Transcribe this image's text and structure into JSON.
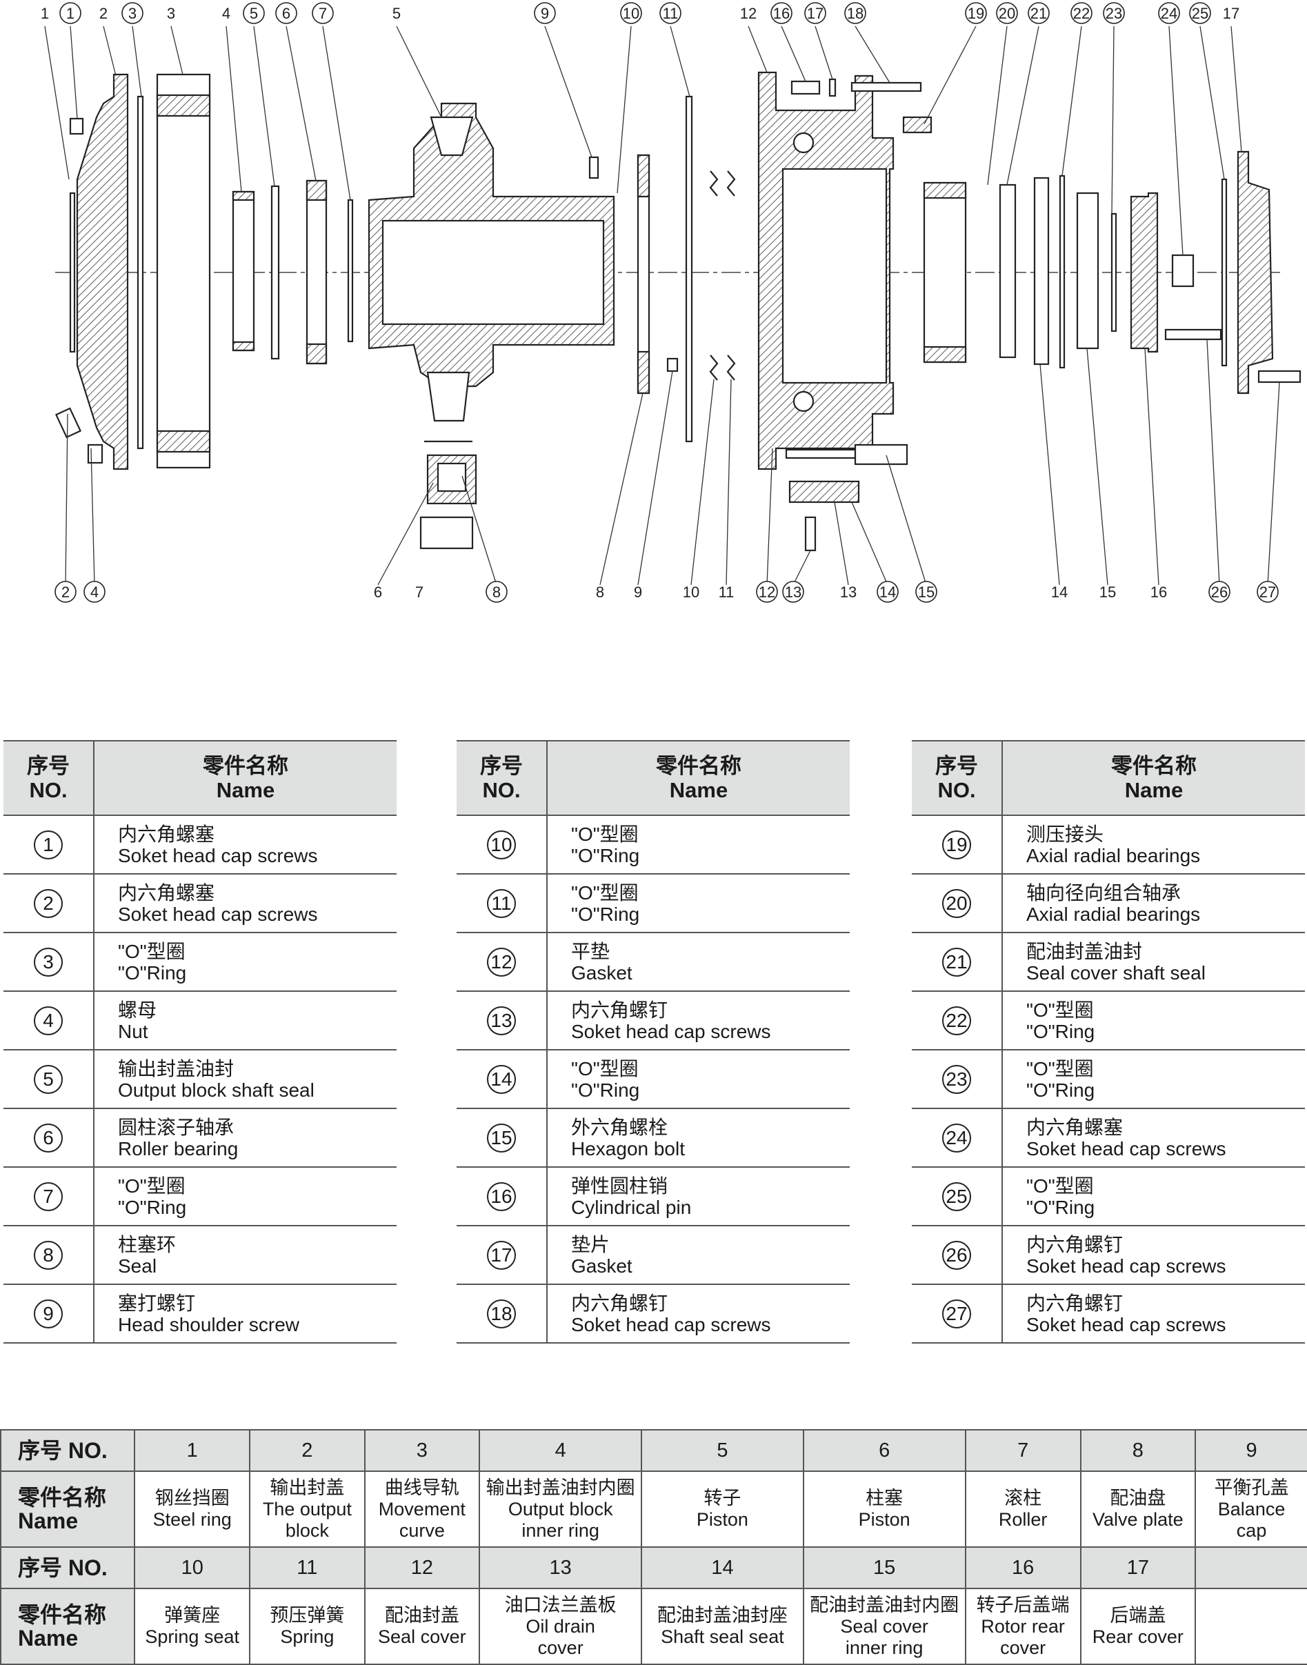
{
  "diagram": {
    "callouts_top": [
      {
        "label": "1",
        "circled": false
      },
      {
        "label": "1",
        "circled": true
      },
      {
        "label": "2",
        "circled": false
      },
      {
        "label": "3",
        "circled": true
      },
      {
        "label": "3",
        "circled": false
      },
      {
        "label": "4",
        "circled": false
      },
      {
        "label": "5",
        "circled": true
      },
      {
        "label": "6",
        "circled": true
      },
      {
        "label": "7",
        "circled": true
      },
      {
        "label": "5",
        "circled": false
      },
      {
        "label": "9",
        "circled": true
      },
      {
        "label": "10",
        "circled": true
      },
      {
        "label": "11",
        "circled": true
      },
      {
        "label": "12",
        "circled": false
      },
      {
        "label": "16",
        "circled": true
      },
      {
        "label": "17",
        "circled": true
      },
      {
        "label": "18",
        "circled": true
      },
      {
        "label": "19",
        "circled": true
      },
      {
        "label": "20",
        "circled": true
      },
      {
        "label": "21",
        "circled": true
      },
      {
        "label": "22",
        "circled": true
      },
      {
        "label": "23",
        "circled": true
      },
      {
        "label": "24",
        "circled": true
      },
      {
        "label": "25",
        "circled": true
      },
      {
        "label": "17",
        "circled": false
      }
    ],
    "callouts_bottom": [
      {
        "label": "2",
        "circled": true
      },
      {
        "label": "4",
        "circled": true
      },
      {
        "label": "6",
        "circled": false
      },
      {
        "label": "7",
        "circled": false
      },
      {
        "label": "8",
        "circled": true
      },
      {
        "label": "8",
        "circled": false
      },
      {
        "label": "9",
        "circled": false
      },
      {
        "label": "10",
        "circled": false
      },
      {
        "label": "11",
        "circled": false
      },
      {
        "label": "12",
        "circled": true
      },
      {
        "label": "13",
        "circled": true
      },
      {
        "label": "13",
        "circled": false
      },
      {
        "label": "14",
        "circled": true
      },
      {
        "label": "15",
        "circled": true
      },
      {
        "label": "14",
        "circled": false
      },
      {
        "label": "15",
        "circled": false
      },
      {
        "label": "16",
        "circled": false
      },
      {
        "label": "26",
        "circled": true
      },
      {
        "label": "27",
        "circled": true
      }
    ]
  },
  "parts_header": {
    "no_cn": "序号",
    "no_en": "NO.",
    "name_cn": "零件名称",
    "name_en": "Name"
  },
  "parts_tables": [
    {
      "rows": [
        {
          "no": "1",
          "cn": "内六角螺塞",
          "en": "Soket head cap screws"
        },
        {
          "no": "2",
          "cn": "内六角螺塞",
          "en": "Soket head cap screws"
        },
        {
          "no": "3",
          "cn": "\"O\"型圈",
          "en": "\"O\"Ring"
        },
        {
          "no": "4",
          "cn": "螺母",
          "en": "Nut"
        },
        {
          "no": "5",
          "cn": "输出封盖油封",
          "en": "Output block shaft seal"
        },
        {
          "no": "6",
          "cn": "圆柱滚子轴承",
          "en": "Roller bearing"
        },
        {
          "no": "7",
          "cn": "\"O\"型圈",
          "en": "\"O\"Ring"
        },
        {
          "no": "8",
          "cn": "柱塞环",
          "en": "Seal"
        },
        {
          "no": "9",
          "cn": "塞打螺钉",
          "en": "Head shoulder screw"
        }
      ]
    },
    {
      "rows": [
        {
          "no": "10",
          "cn": "\"O\"型圈",
          "en": "\"O\"Ring"
        },
        {
          "no": "11",
          "cn": "\"O\"型圈",
          "en": "\"O\"Ring"
        },
        {
          "no": "12",
          "cn": "平垫",
          "en": "Gasket"
        },
        {
          "no": "13",
          "cn": "内六角螺钉",
          "en": "Soket head cap screws"
        },
        {
          "no": "14",
          "cn": "\"O\"型圈",
          "en": "\"O\"Ring"
        },
        {
          "no": "15",
          "cn": "外六角螺栓",
          "en": "Hexagon bolt"
        },
        {
          "no": "16",
          "cn": "弹性圆柱销",
          "en": "Cylindrical pin"
        },
        {
          "no": "17",
          "cn": "垫片",
          "en": "Gasket"
        },
        {
          "no": "18",
          "cn": "内六角螺钉",
          "en": "Soket head cap screws"
        }
      ]
    },
    {
      "rows": [
        {
          "no": "19",
          "cn": "测压接头",
          "en": "Axial radial bearings"
        },
        {
          "no": "20",
          "cn": "轴向径向组合轴承",
          "en": "Axial radial bearings"
        },
        {
          "no": "21",
          "cn": "配油封盖油封",
          "en": "Seal cover shaft seal"
        },
        {
          "no": "22",
          "cn": "\"O\"型圈",
          "en": "\"O\"Ring"
        },
        {
          "no": "23",
          "cn": "\"O\"型圈",
          "en": "\"O\"Ring"
        },
        {
          "no": "24",
          "cn": "内六角螺塞",
          "en": "Soket head cap screws"
        },
        {
          "no": "25",
          "cn": "\"O\"型圈",
          "en": "\"O\"Ring"
        },
        {
          "no": "26",
          "cn": "内六角螺钉",
          "en": "Soket head cap screws"
        },
        {
          "no": "27",
          "cn": "内六角螺钉",
          "en": "Soket head cap screws"
        }
      ]
    }
  ],
  "bottom_table": {
    "no_label": "序号 NO.",
    "name_label_cn": "零件名称",
    "name_label_en": "Name",
    "row1": [
      {
        "no": "1",
        "lines": [
          "钢丝挡圈",
          "Steel ring"
        ]
      },
      {
        "no": "2",
        "lines": [
          "输出封盖",
          "The output",
          "block"
        ]
      },
      {
        "no": "3",
        "lines": [
          "曲线导轨",
          "Movement",
          "curve"
        ]
      },
      {
        "no": "4",
        "lines": [
          "输出封盖油封内圈",
          "Output block",
          "inner ring"
        ]
      },
      {
        "no": "5",
        "lines": [
          "转子",
          "Piston"
        ]
      },
      {
        "no": "6",
        "lines": [
          "柱塞",
          "Piston"
        ]
      },
      {
        "no": "7",
        "lines": [
          "滚柱",
          "Roller"
        ]
      },
      {
        "no": "8",
        "lines": [
          "配油盘",
          "Valve plate"
        ]
      },
      {
        "no": "9",
        "lines": [
          "平衡孔盖",
          "Balance",
          "cap"
        ]
      }
    ],
    "row2": [
      {
        "no": "10",
        "lines": [
          "弹簧座",
          "Spring seat"
        ]
      },
      {
        "no": "11",
        "lines": [
          "预压弹簧",
          "Spring"
        ]
      },
      {
        "no": "12",
        "lines": [
          "配油封盖",
          "Seal cover"
        ]
      },
      {
        "no": "13",
        "lines": [
          "油口法兰盖板",
          "Oil drain",
          "cover"
        ]
      },
      {
        "no": "14",
        "lines": [
          "配油封盖油封座",
          "Shaft seal seat"
        ]
      },
      {
        "no": "15",
        "lines": [
          "配油封盖油封内圈",
          "Seal cover",
          "inner ring"
        ]
      },
      {
        "no": "16",
        "lines": [
          "转子后盖端",
          "Rotor rear",
          "cover"
        ]
      },
      {
        "no": "17",
        "lines": [
          "后端盖",
          "Rear cover"
        ]
      },
      {
        "no": "",
        "lines": []
      }
    ]
  }
}
